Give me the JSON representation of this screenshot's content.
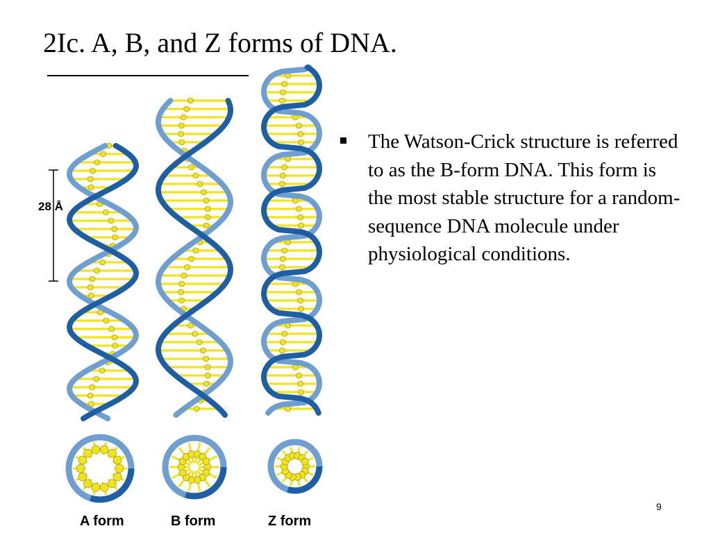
{
  "slide": {
    "title": "2Ic. A, B, and Z forms of DNA.",
    "page_number": "9"
  },
  "bullet": {
    "text": "The Watson-Crick structure is referred to as the B-form DNA. This form is the most stable structure for a random-sequence DNA molecule under physiological conditions."
  },
  "figure": {
    "scale_label": "28 Å",
    "labels": {
      "a": "A form",
      "b": "B form",
      "z": "Z form"
    },
    "colors": {
      "strand_dark": "#1e5fa3",
      "strand_light": "#6f9fd0",
      "base": "#f2e41c",
      "base_edge": "#8c8400"
    }
  }
}
